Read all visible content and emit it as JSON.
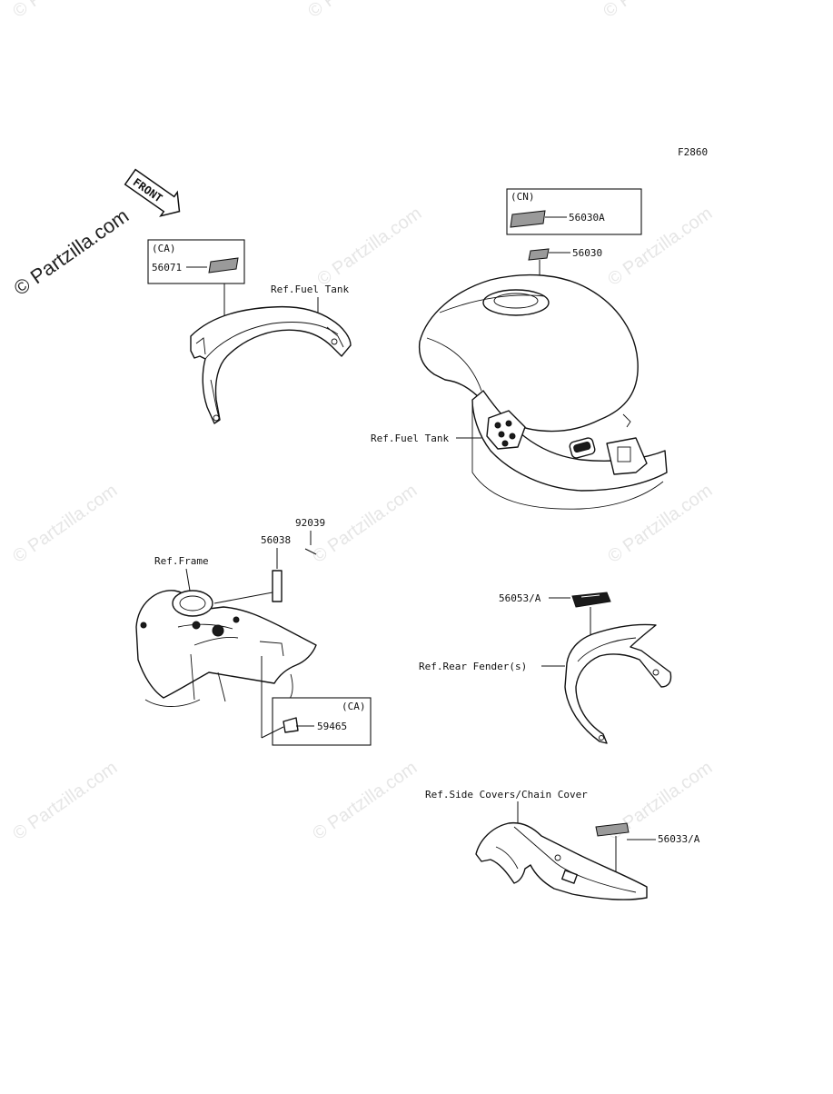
{
  "watermark": {
    "text": "© Partzilla.com",
    "corner_text": "© Partzilla.com"
  },
  "figure_code": "F2860",
  "front_badge": "FRONT",
  "labels": {
    "ca_top": "(CA)",
    "part_56071": "56071",
    "ref_fuel_tank_upper": "Ref.Fuel Tank",
    "cn": "(CN)",
    "part_56030A": "56030A",
    "part_56030": "56030",
    "ref_fuel_tank_lower": "Ref.Fuel Tank",
    "part_92039": "92039",
    "part_56038": "56038",
    "ref_frame": "Ref.Frame",
    "ca_bottom": "(CA)",
    "part_59465": "59465",
    "part_56053A": "56053/A",
    "ref_rear_fender": "Ref.Rear Fender(s)",
    "ref_side_covers": "Ref.Side Covers/Chain Cover",
    "part_56033A": "56033/A"
  }
}
